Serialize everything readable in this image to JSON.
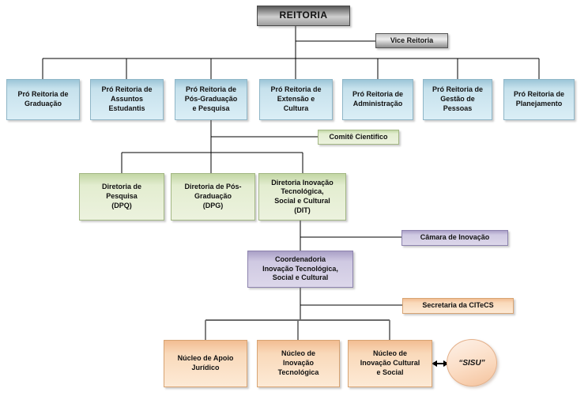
{
  "org": {
    "root": {
      "label": "REITORIA"
    },
    "vice": {
      "label": "Vice Reitoria"
    },
    "pro_reitorias": [
      {
        "label": "Pró Reitoria de\nGraduação"
      },
      {
        "label": "Pró Reitoria de\nAssuntos\nEstudantis"
      },
      {
        "label": "Pró Reitoria de\nPós-Graduação\ne Pesquisa"
      },
      {
        "label": "Pró Reitoria de\nExtensão e\nCultura"
      },
      {
        "label": "Pró Reitoria de\nAdministração"
      },
      {
        "label": "Pró Reitoria de\nGestão de\nPessoas"
      },
      {
        "label": "Pró Reitoria de\nPlanejamento"
      }
    ],
    "comite": {
      "label": "Comitê Cientifico"
    },
    "diretorias": [
      {
        "label": "Diretoria de\nPesquisa\n(DPQ)"
      },
      {
        "label": "Diretoria de Pós-\nGraduação\n(DPG)"
      },
      {
        "label": "Diretoria Inovação\nTecnológica,\nSocial e Cultural\n(DIT)"
      }
    ],
    "camara": {
      "label": "Câmara de Inovação"
    },
    "coordenadoria": {
      "label": "Coordenadoria\nInovação Tecnológica,\nSocial e Cultural"
    },
    "secretaria": {
      "label": "Secretaria da CITeCS"
    },
    "nucleos": [
      {
        "label": "Núcleo de Apoio\nJurídico"
      },
      {
        "label": "Núcleo de\nInovação\nTecnológica"
      },
      {
        "label": "Núcleo de\nInovação Cultural\ne Social"
      }
    ],
    "sisu": {
      "label": "“SISU”"
    }
  },
  "colors": {
    "level_pro_reitoria": "#cde6f0",
    "level_diretoria": "#e6efd7",
    "level_coordenadoria": "#d6d1e6",
    "level_nucleo": "#fbdfc4",
    "root_silver": "#aeaeae",
    "connector": "#000000"
  }
}
